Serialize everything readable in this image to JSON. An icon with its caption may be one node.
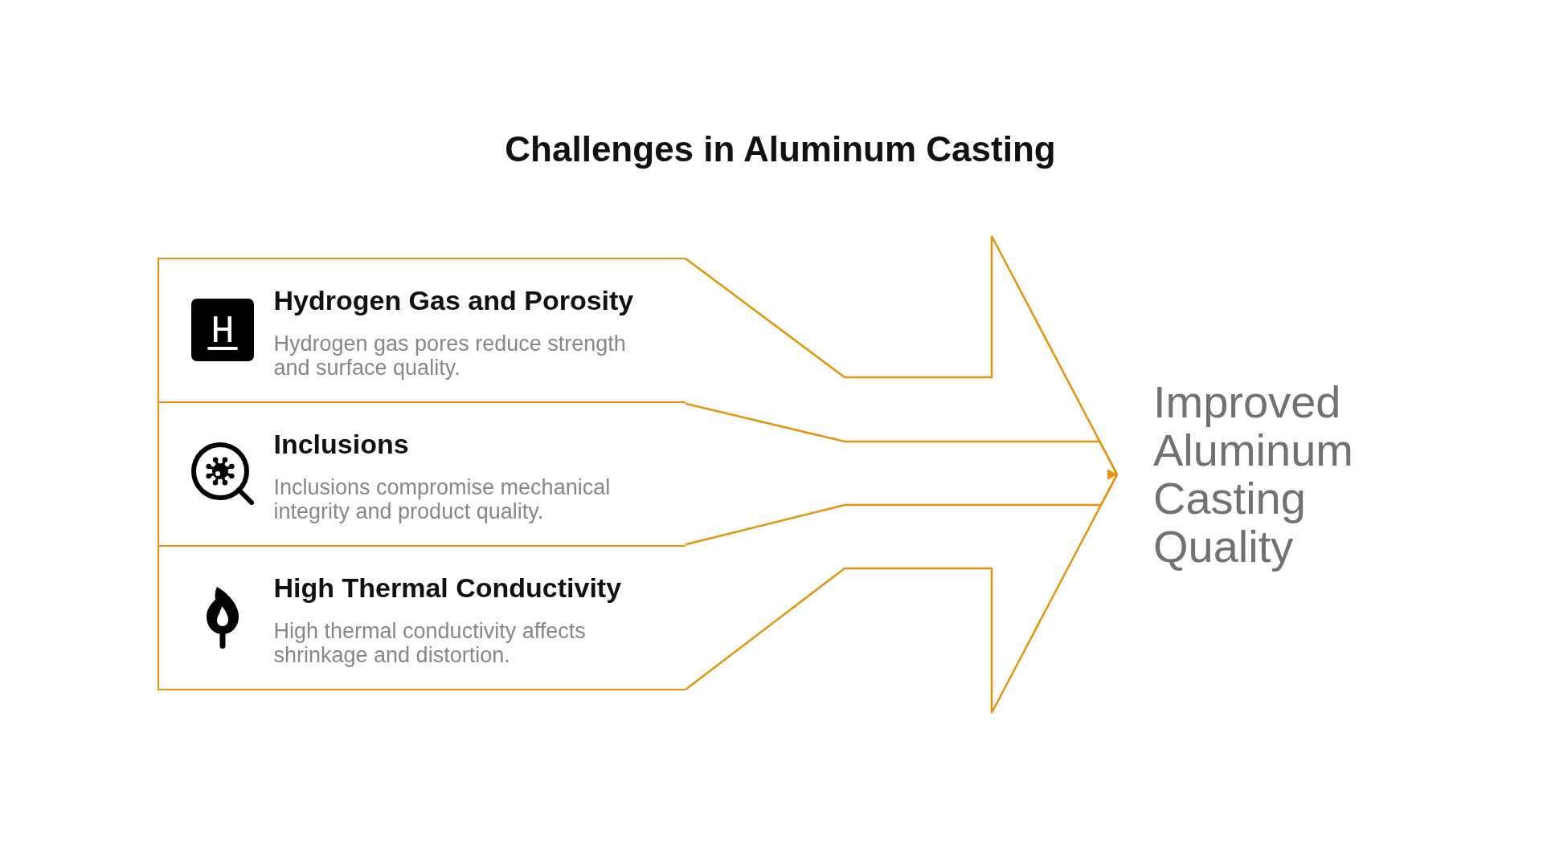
{
  "diagram": {
    "title": "Challenges in Aluminum Casting",
    "nodes": [
      {
        "text": [
          "Hydrogen Gas and Porosity",
          "Hydrogen gas pores reduce strength and surface quality."
        ]
      },
      {
        "text": [
          "Inclusions",
          "Inclusions compromise mechanical integrity and product quality."
        ]
      },
      {
        "text": [
          "High Thermal Conductivity",
          "High thermal conductivity affects shrinkage and distortion."
        ]
      },
      {
        "text": [
          "Improved Aluminum Casting Quality"
        ]
      }
    ],
    "edges": [
      {
        "from": 0,
        "to": 3,
        "arrow": "to"
      },
      {
        "from": 1,
        "to": 3,
        "arrow": "to"
      },
      {
        "from": 2,
        "to": 3,
        "arrow": "to"
      }
    ]
  }
}
